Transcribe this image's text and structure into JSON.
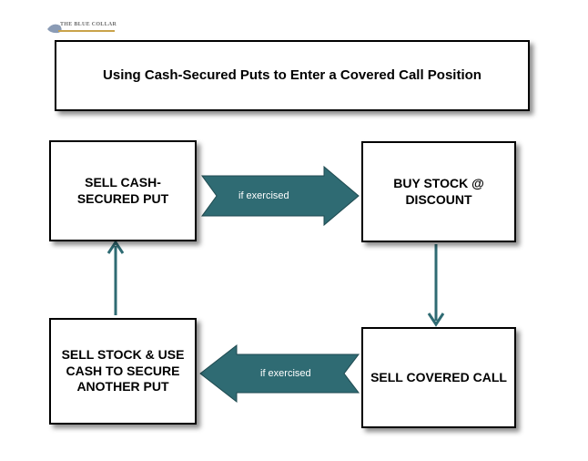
{
  "logo": {
    "text": "THE BLUE COLLAR"
  },
  "title": "Using Cash-Secured Puts to Enter a Covered Call Position",
  "steps": {
    "sell_put": "SELL CASH-SECURED PUT",
    "buy_stock": "BUY STOCK @ DISCOUNT",
    "sell_call": "SELL COVERED CALL",
    "sell_stock": "SELL STOCK & USE CASH TO SECURE ANOTHER PUT"
  },
  "arrows": {
    "top_label": "if exercised",
    "bottom_label": "if exercised"
  },
  "colors": {
    "arrow_fill": "#2f6b73",
    "arrow_stroke": "#1f4a50"
  }
}
